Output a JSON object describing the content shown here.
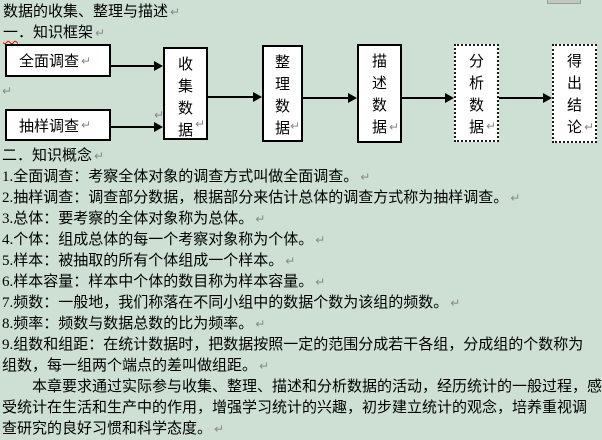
{
  "colors": {
    "background": "#cde0d3",
    "spellcheck_wavy": "#dd1100",
    "box_border": "#000000",
    "pilcrow": "#8a8a8a"
  },
  "page": {
    "pilcrow": "↵"
  },
  "header": {
    "title": "数据的收集、整理与描述",
    "title_mark": "↵",
    "section1_wavy": "一",
    "section1_rest": "．知识框架",
    "section1_mark": "↵"
  },
  "flowchart": {
    "boxes": [
      {
        "label": "全面调查",
        "mark": "↵"
      },
      {
        "label": "抽样调查",
        "mark": "↵"
      },
      {
        "label": "收集数据",
        "mark": "↵"
      },
      {
        "label": "整理数据",
        "mark": "↵"
      },
      {
        "label": "描述数据",
        "mark": "↵"
      },
      {
        "label": "分析数据",
        "mark": "↵"
      },
      {
        "label": "得出结论",
        "mark": "↵"
      }
    ],
    "stray_mark_left": "↵",
    "stray_mark_collect": "↵"
  },
  "body": {
    "lines": [
      {
        "text": "二．知识概念",
        "mark": "↵"
      },
      {
        "text": "1.全面调查：考察全体对象的调查方式叫做全面调查。",
        "mark": "↵"
      },
      {
        "text": "2.抽样调查：调查部分数据，根据部分来估计总体的调查方式称为抽样调查。",
        "mark": "↵"
      },
      {
        "text": "3.总体：要考察的全体对象称为总体。",
        "mark": "↵"
      },
      {
        "text": "4.个体：组成总体的每一个考察对象称为个体。",
        "mark": "↵"
      },
      {
        "text": "5.样本：被抽取的所有个体组成一个样本。",
        "mark": "↵"
      },
      {
        "text": "6.样本容量：样本中个体的数目称为样本容量。",
        "mark": "↵"
      },
      {
        "text": "7.频数：一般地，我们称落在不同小组中的数据个数为该组的频数。",
        "mark": "↵"
      },
      {
        "text": "8.频率：频数与数据总数的比为频率。",
        "mark": "↵"
      },
      {
        "text": "9.组数和组距：在统计数据时，把数据按照一定的范围分成若干各组，分成组的个数称为",
        "mark": ""
      },
      {
        "text": "组数，每一组两个端点的差叫做组距。",
        "mark": "↵"
      },
      {
        "text": "　　本章要求通过实际参与收集、整理、描述和分析数据的活动，经历统计的一般过程，感",
        "mark": ""
      },
      {
        "text": "受统计在生活和生产中的作用，增强学习统计的兴趣，初步建立统计的观念，培养重视调",
        "mark": ""
      },
      {
        "text": "查研究的良好习惯和科学态度。",
        "mark": "↵"
      }
    ]
  }
}
